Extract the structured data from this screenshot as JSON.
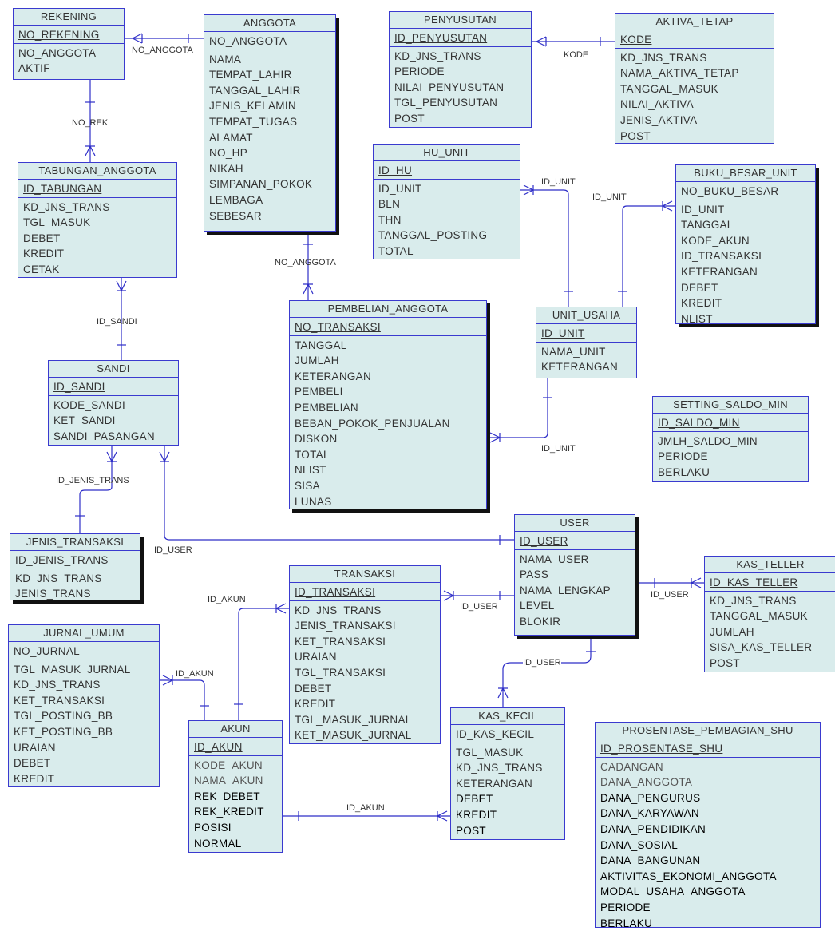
{
  "entities": {
    "rekening": {
      "title": "REKENING",
      "attrs": [
        "NO_REKENING",
        "NO_ANGGOTA",
        "AKTIF"
      ]
    },
    "anggota": {
      "title": "ANGGOTA",
      "attrs": [
        "NO_ANGGOTA",
        "NAMA",
        "TEMPAT_LAHIR",
        "TANGGAL_LAHIR",
        "JENIS_KELAMIN",
        "TEMPAT_TUGAS",
        "ALAMAT",
        "NO_HP",
        "NIKAH",
        "SIMPANAN_POKOK",
        "LEMBAGA",
        "SEBESAR"
      ]
    },
    "penyusutan": {
      "title": "PENYUSUTAN",
      "attrs": [
        "ID_PENYUSUTAN",
        "KD_JNS_TRANS",
        "PERIODE",
        "NILAI_PENYUSUTAN",
        "TGL_PENYUSUTAN",
        "POST"
      ]
    },
    "aktiva_tetap": {
      "title": "AKTIVA_TETAP",
      "attrs": [
        "KODE",
        "KD_JNS_TRANS",
        "NAMA_AKTIVA_TETAP",
        "TANGGAL_MASUK",
        "NILAI_AKTIVA",
        "JENIS_AKTIVA",
        "POST"
      ]
    },
    "hu_unit": {
      "title": "HU_UNIT",
      "attrs": [
        "ID_HU",
        "ID_UNIT",
        "BLN",
        "THN",
        "TANGGAL_POSTING",
        "TOTAL"
      ]
    },
    "buku_besar_unit": {
      "title": "BUKU_BESAR_UNIT",
      "attrs": [
        "NO_BUKU_BESAR",
        "ID_UNIT",
        "TANGGAL",
        "KODE_AKUN",
        "ID_TRANSAKSI",
        "KETERANGAN",
        "DEBET",
        "KREDIT",
        "NLIST"
      ]
    },
    "tabungan_anggota": {
      "title": "TABUNGAN_ANGGOTA",
      "attrs": [
        "ID_TABUNGAN",
        "KD_JNS_TRANS",
        "TGL_MASUK",
        "DEBET",
        "KREDIT",
        "CETAK"
      ]
    },
    "unit_usaha": {
      "title": "UNIT_USAHA",
      "attrs": [
        "ID_UNIT",
        "NAMA_UNIT",
        "KETERANGAN"
      ]
    },
    "pembelian_anggota": {
      "title": "PEMBELIAN_ANGGOTA",
      "attrs": [
        "NO_TRANSAKSI",
        "TANGGAL",
        "JUMLAH",
        "KETERANGAN",
        "PEMBELI",
        "PEMBELIAN",
        "BEBAN_POKOK_PENJUALAN",
        "DISKON",
        "TOTAL",
        "NLIST",
        "SISA",
        "LUNAS"
      ]
    },
    "sandi": {
      "title": "SANDI",
      "attrs": [
        "ID_SANDI",
        "KODE_SANDI",
        "KET_SANDI",
        "SANDI_PASANGAN"
      ]
    },
    "setting_saldo_min": {
      "title": "SETTING_SALDO_MIN",
      "attrs": [
        "ID_SALDO_MIN",
        "JMLH_SALDO_MIN",
        "PERIODE",
        "BERLAKU"
      ]
    },
    "user": {
      "title": "USER",
      "attrs": [
        "ID_USER",
        "NAMA_USER",
        "PASS",
        "NAMA_LENGKAP",
        "LEVEL",
        "BLOKIR"
      ]
    },
    "jenis_transaksi": {
      "title": "JENIS_TRANSAKSI",
      "attrs": [
        "ID_JENIS_TRANS",
        "KD_JNS_TRANS",
        "JENIS_TRANS"
      ]
    },
    "kas_teller": {
      "title": "KAS_TELLER",
      "attrs": [
        "ID_KAS_TELLER",
        "KD_JNS_TRANS",
        "TANGGAL_MASUK",
        "JUMLAH",
        "SISA_KAS_TELLER",
        "POST"
      ]
    },
    "transaksi": {
      "title": "TRANSAKSI",
      "attrs": [
        "ID_TRANSAKSI",
        "KD_JNS_TRANS",
        "JENIS_TRANSAKSI",
        "KET_TRANSAKSI",
        "URAIAN",
        "TGL_TRANSAKSI",
        "DEBET",
        "KREDIT",
        "TGL_MASUK_JURNAL",
        "KET_MASUK_JURNAL"
      ]
    },
    "jurnal_umum": {
      "title": "JURNAL_UMUM",
      "attrs": [
        "NO_JURNAL",
        "TGL_MASUK_JURNAL",
        "KD_JNS_TRANS",
        "KET_TRANSAKSI",
        "TGL_POSTING_BB",
        "KET_POSTING_BB",
        "URAIAN",
        "DEBET",
        "KREDIT"
      ]
    },
    "akun": {
      "title": "AKUN",
      "attrs": [
        "ID_AKUN",
        "KODE_AKUN",
        "NAMA_AKUN",
        "REK_DEBET",
        "REK_KREDIT",
        "POSISI",
        "NORMAL"
      ]
    },
    "kas_kecil": {
      "title": "KAS_KECIL",
      "attrs": [
        "ID_KAS_KECIL",
        "TGL_MASUK",
        "KD_JNS_TRANS",
        "KETERANGAN",
        "DEBET",
        "KREDIT",
        "POST"
      ]
    },
    "prosentase_pembagian_shu": {
      "title": "PROSENTASE_PEMBAGIAN_SHU",
      "attrs": [
        "ID_PROSENTASE_SHU",
        "CADANGAN",
        "DANA_ANGGOTA",
        "DANA_PENGURUS",
        "DANA_KARYAWAN",
        "DANA_PENDIDIKAN",
        "DANA_SOSIAL",
        "DANA_BANGUNAN",
        "AKTIVITAS_EKONOMI_ANGGOTA",
        "MODAL_USAHA_ANGGOTA",
        "PERIODE",
        "BERLAKU"
      ]
    }
  },
  "relation_labels": {
    "no_anggota_1": "NO_ANGGOTA",
    "kode": "KODE",
    "no_rek": "NO_REK",
    "id_unit_1": "ID_UNIT",
    "id_unit_2": "ID_UNIT",
    "no_anggota_2": "NO_ANGGOTA",
    "id_sandi": "ID_SANDI",
    "id_unit_3": "ID_UNIT",
    "id_jenis_trans": "ID_JENIS_TRANS",
    "id_user_1": "ID_USER",
    "id_akun_1": "ID_AKUN",
    "id_user_2": "ID_USER",
    "id_user_3": "ID_USER",
    "id_user_4": "ID_USER",
    "id_akun_2": "ID_AKUN",
    "id_akun_3": "ID_AKUN"
  },
  "colors": {
    "line": "#2e2ec8",
    "entity_fill": "#d9ecec",
    "border": "#3a3acf"
  }
}
